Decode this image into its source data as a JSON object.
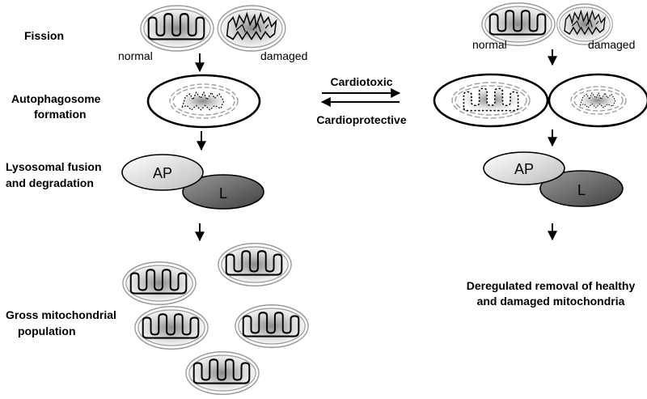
{
  "left": {
    "steps": {
      "fission": "Fission",
      "autophagosome_line1": "Autophagosome",
      "autophagosome_line2": "formation",
      "lysosomal_line1": "Lysosomal fusion",
      "lysosomal_line2": "and degradation",
      "gross_line1": "Gross mitochondrial",
      "gross_line2": "population"
    },
    "labels": {
      "normal": "normal",
      "damaged": "damaged"
    }
  },
  "center": {
    "cardiotoxic": "Cardiotoxic",
    "cardioprotective": "Cardioprotective"
  },
  "right": {
    "labels": {
      "normal": "normal",
      "damaged": "damaged"
    },
    "result_line1": "Deregulated removal of healthy",
    "result_line2": "and damaged mitochondria"
  },
  "vesicles": {
    "autophagosome": "AP",
    "lysosome": "L"
  },
  "colors": {
    "ink": "#000000",
    "outer_membrane": "#9a9a9a",
    "lysosome_dark": "#5a5a5a"
  }
}
